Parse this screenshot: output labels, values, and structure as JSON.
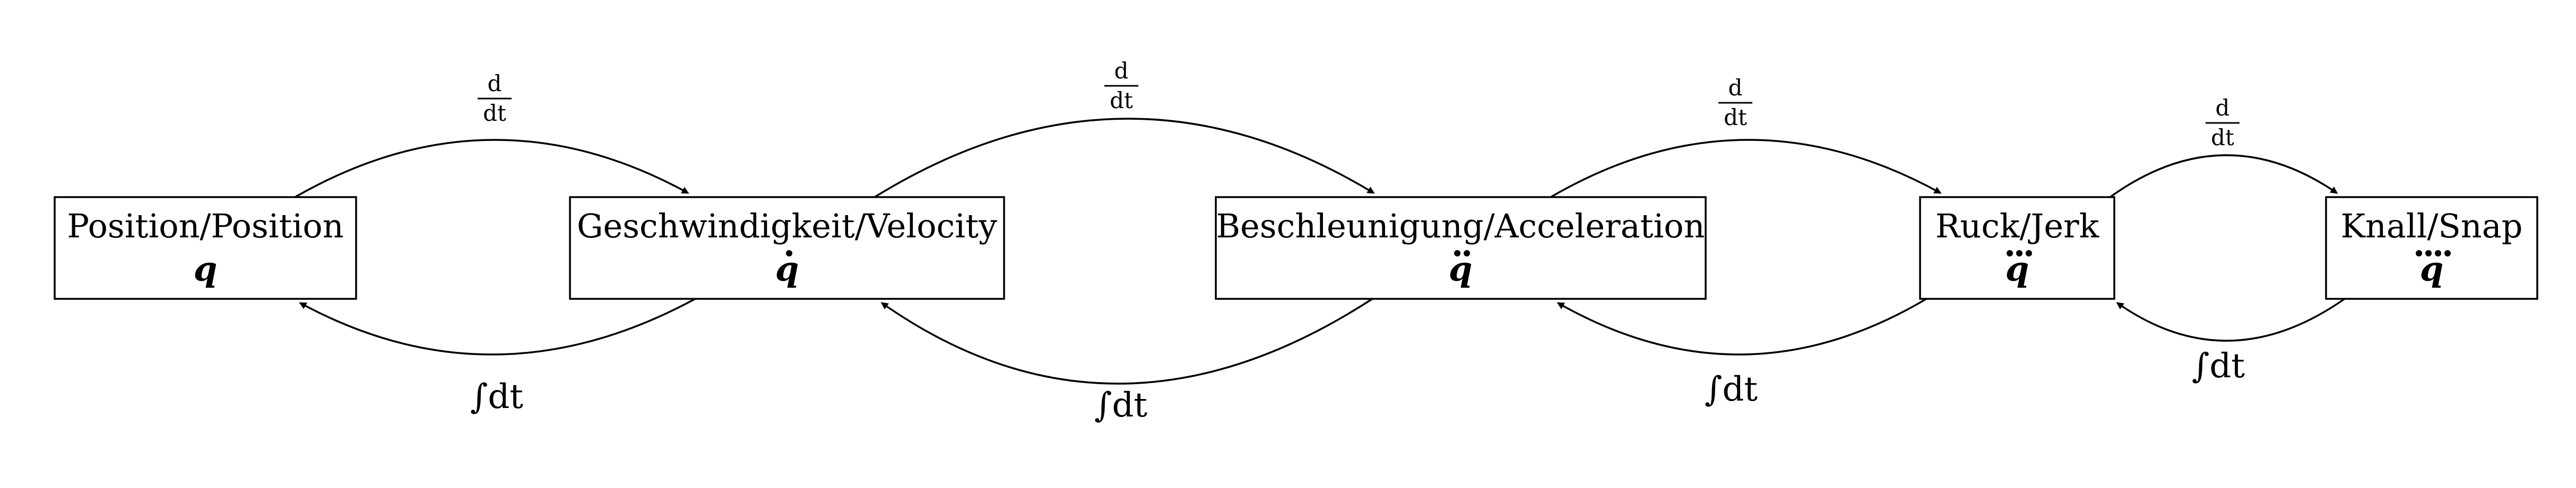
{
  "nodes": [
    {
      "label": "Position/Position",
      "symbol": "q",
      "dots": 0
    },
    {
      "label": "Geschwindigkeit/Velocity",
      "symbol": "q",
      "dots": 1
    },
    {
      "label": "Beschleunigung/Acceleration",
      "symbol": "q",
      "dots": 2
    },
    {
      "label": "Ruck/Jerk",
      "symbol": "q",
      "dots": 3
    },
    {
      "label": "Knall/Snap",
      "symbol": "q",
      "dots": 4
    }
  ],
  "edges": {
    "derivative_numerator": "d",
    "derivative_denominator": "dt",
    "integral_label": "∫dt"
  },
  "colors": {
    "stroke": "#000000",
    "background": "#ffffff"
  }
}
